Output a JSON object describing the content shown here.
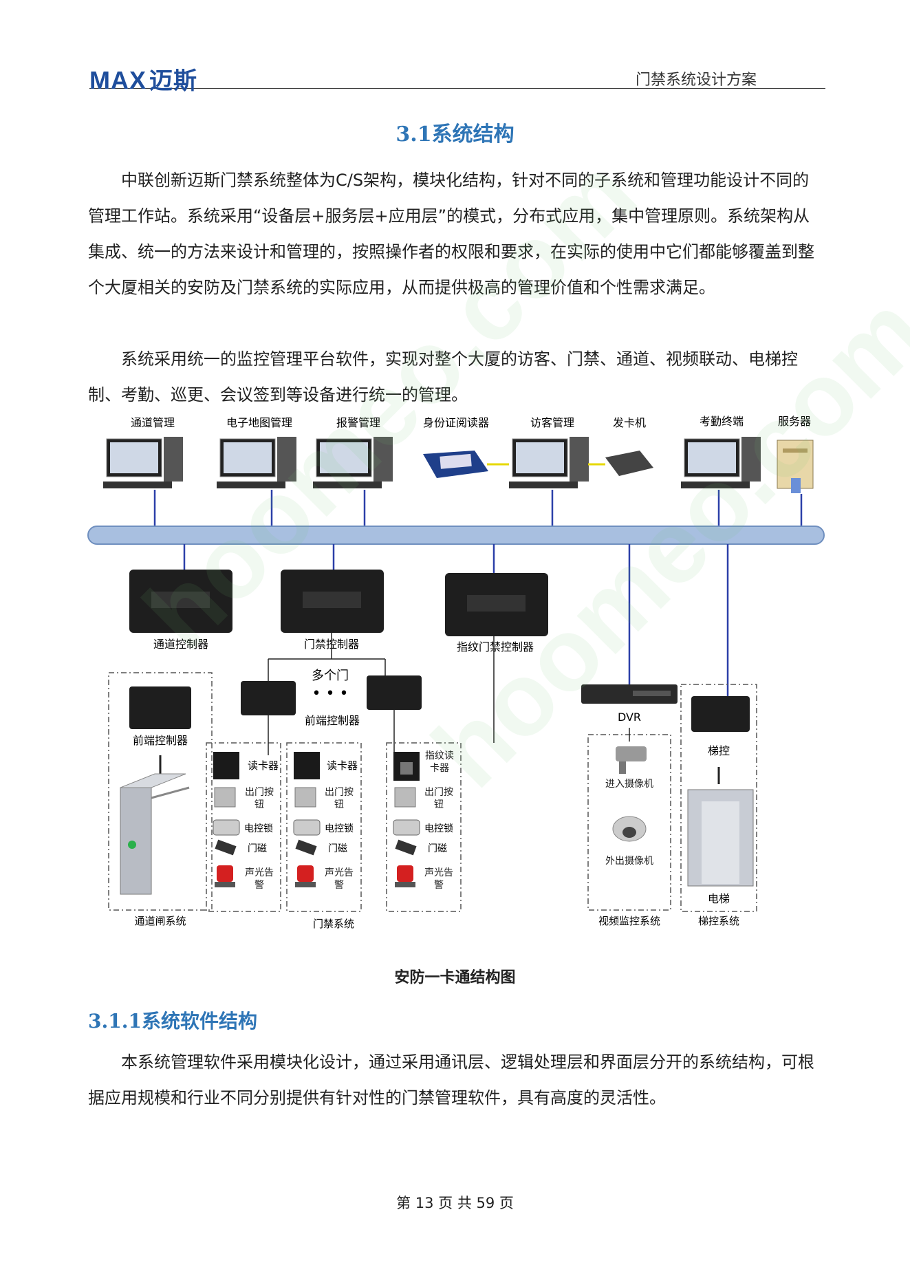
{
  "header": {
    "logo_text": "MAX",
    "logo_cn": "迈斯",
    "doc_title": "门禁系统设计方案"
  },
  "section": {
    "title": "3.1系统结构",
    "para1": "中联创新迈斯门禁系统整体为C/S架构，模块化结构，针对不同的子系统和管理功能设计不同的管理工作站。系统采用“设备层+服务层+应用层”的模式，分布式应用，集中管理原则。系统架构从集成、统一的方法来设计和管理的，按照操作者的权限和要求，在实际的使用中它们都能够覆盖到整个大厦相关的安防及门禁系统的实际应用，从而提供极高的管理价值和个性需求满足。",
    "para2": "系统采用统一的监控管理平台软件，实现对整个大厦的访客、门禁、通道、视频联动、电梯控制、考勤、巡更、会议签到等设备进行统一的管理。"
  },
  "diagram": {
    "caption": "安防一卡通结构图",
    "top_devices": [
      "通道管理",
      "电子地图管理",
      "报警管理",
      "身份证阅读器",
      "访客管理",
      "发卡机",
      "考勤终端",
      "服务器"
    ],
    "controllers": [
      "通道控制器",
      "门禁控制器",
      "指纹门禁控制器"
    ],
    "multi_door": "多个门",
    "front_controller": "前端控制器",
    "front_controller_2": "前端控制器",
    "reader": "读卡器",
    "reader_2": "读卡器",
    "fingerprint_reader": "指纹读卡器",
    "exit_button": "出门按钮",
    "elock": "电控锁",
    "door_sensor": "门磁",
    "alarm": "声光告警",
    "dvr": "DVR",
    "cam_in": "进入摄像机",
    "cam_out": "外出摄像机",
    "elevator_ctrl": "梯控",
    "elevator": "电梯",
    "systems": [
      "通道闸系统",
      "门禁系统",
      "视频监控系统",
      "梯控系统"
    ]
  },
  "subsection": {
    "title": "3.1.1系统软件结构",
    "para": "本系统管理软件采用模块化设计，通过采用通讯层、逻辑处理层和界面层分开的系统结构，可根据应用规模和行业不同分别提供有针对性的门禁管理软件，具有高度的灵活性。"
  },
  "footer": {
    "page": "第 13 页 共 59 页"
  }
}
